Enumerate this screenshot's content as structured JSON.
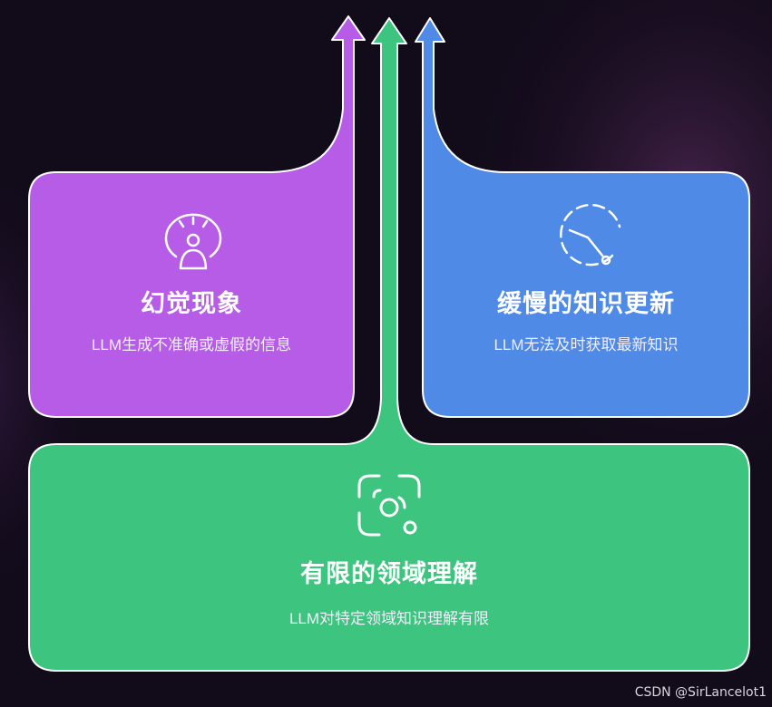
{
  "cards": {
    "hallucination": {
      "title": "幻觉现象",
      "description": "LLM生成不准确或虚假的信息",
      "icon": "person-thinking-icon",
      "color": "#b75ce6"
    },
    "slow_update": {
      "title": "缓慢的知识更新",
      "description": "LLM无法及时获取最新知识",
      "icon": "clock-icon",
      "color": "#4f8ae6"
    },
    "limited_domain": {
      "title": "有限的领域理解",
      "description": "LLM对特定领域知识理解有限",
      "icon": "focus-scan-icon",
      "color": "#3dc47e"
    }
  },
  "watermark": "CSDN @SirLancelot1",
  "background": "#120b1a"
}
